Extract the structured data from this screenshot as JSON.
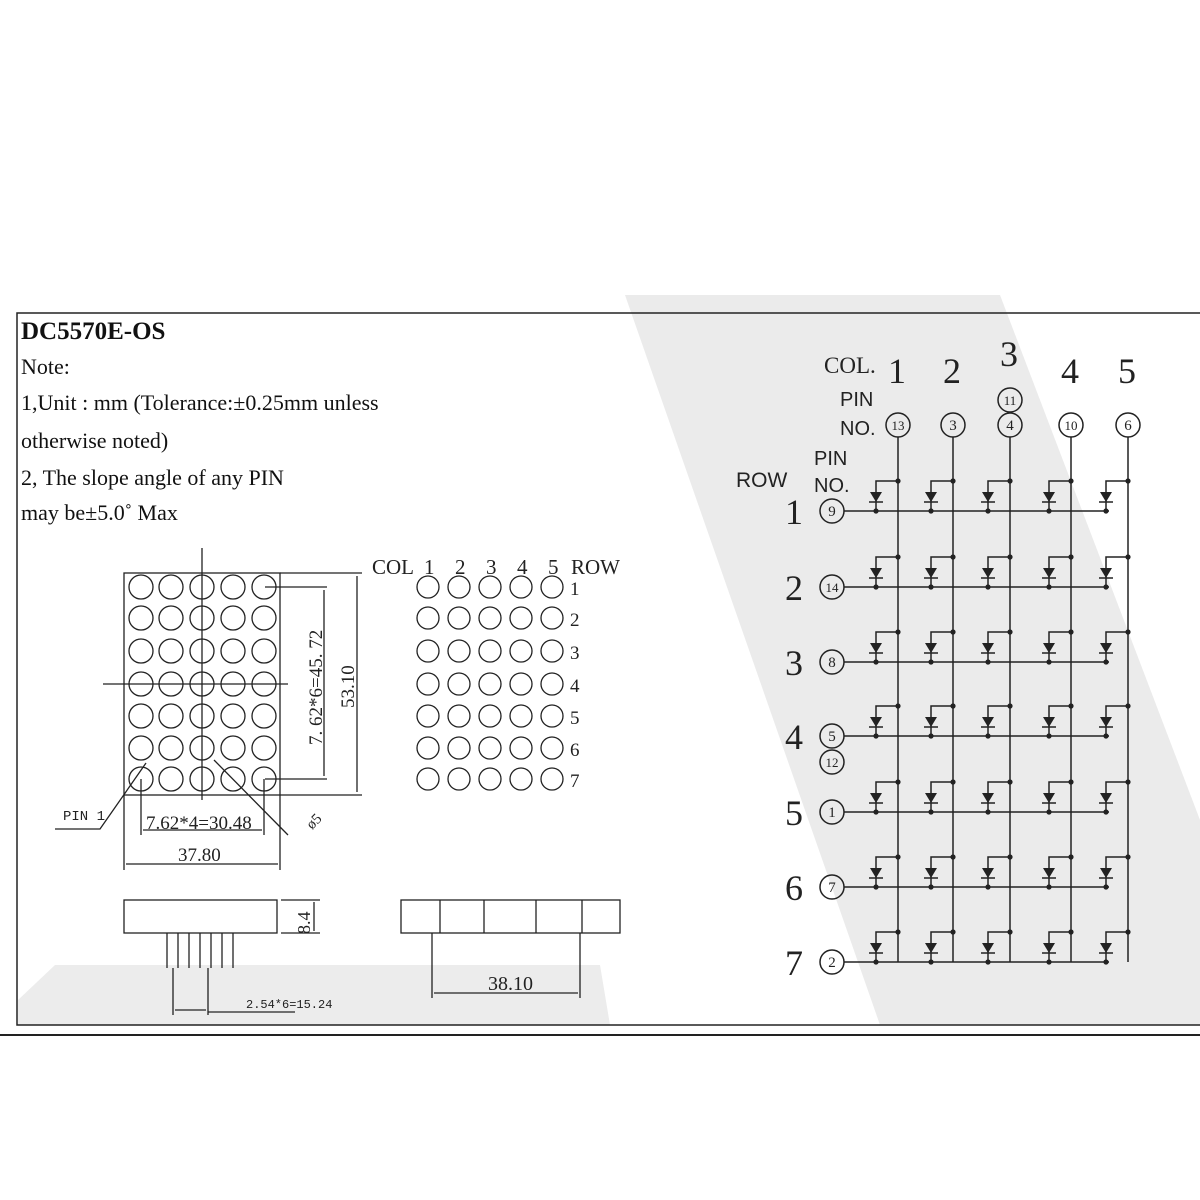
{
  "title": "DC5570E-OS",
  "notes": {
    "heading": "Note:",
    "line1": "1,Unit : mm (Tolerance:±0.25mm unless",
    "line2": "otherwise noted)",
    "line3": "2, The slope angle of any PIN",
    "line4": "may be±5.0˚ Max"
  },
  "front_view": {
    "pin1_label": "PIN 1",
    "dim_pitch_h": "7.62*4=30.48",
    "dim_width": "37.80",
    "dim_pitch_v": "7. 62*6=45. 72",
    "dim_height": "53.10",
    "dim_dot": "ø5"
  },
  "dot_map": {
    "col_label": "COL",
    "row_label": "ROW",
    "cols": [
      "1",
      "2",
      "3",
      "4",
      "5"
    ],
    "rows": [
      "1",
      "2",
      "3",
      "4",
      "5",
      "6",
      "7"
    ]
  },
  "side_views": {
    "depth": "8.4",
    "pin_pitch": "2.54*6=15.24",
    "row_spacing": "38.10"
  },
  "schematic": {
    "col_label": "COL.",
    "pin_label": "PIN",
    "no_label": "NO.",
    "row_label": "ROW",
    "columns": [
      {
        "num": "1",
        "pins": [
          "13"
        ]
      },
      {
        "num": "2",
        "pins": [
          "3"
        ]
      },
      {
        "num": "3",
        "pins": [
          "4",
          "11"
        ]
      },
      {
        "num": "4",
        "pins": [
          "10"
        ]
      },
      {
        "num": "5",
        "pins": [
          "6"
        ]
      }
    ],
    "rows": [
      {
        "num": "1",
        "pins": [
          "9"
        ]
      },
      {
        "num": "2",
        "pins": [
          "14"
        ]
      },
      {
        "num": "3",
        "pins": [
          "8"
        ]
      },
      {
        "num": "4",
        "pins": [
          "5",
          "12"
        ]
      },
      {
        "num": "5",
        "pins": [
          "1"
        ]
      },
      {
        "num": "6",
        "pins": [
          "7"
        ]
      },
      {
        "num": "7",
        "pins": [
          "2"
        ]
      }
    ]
  }
}
